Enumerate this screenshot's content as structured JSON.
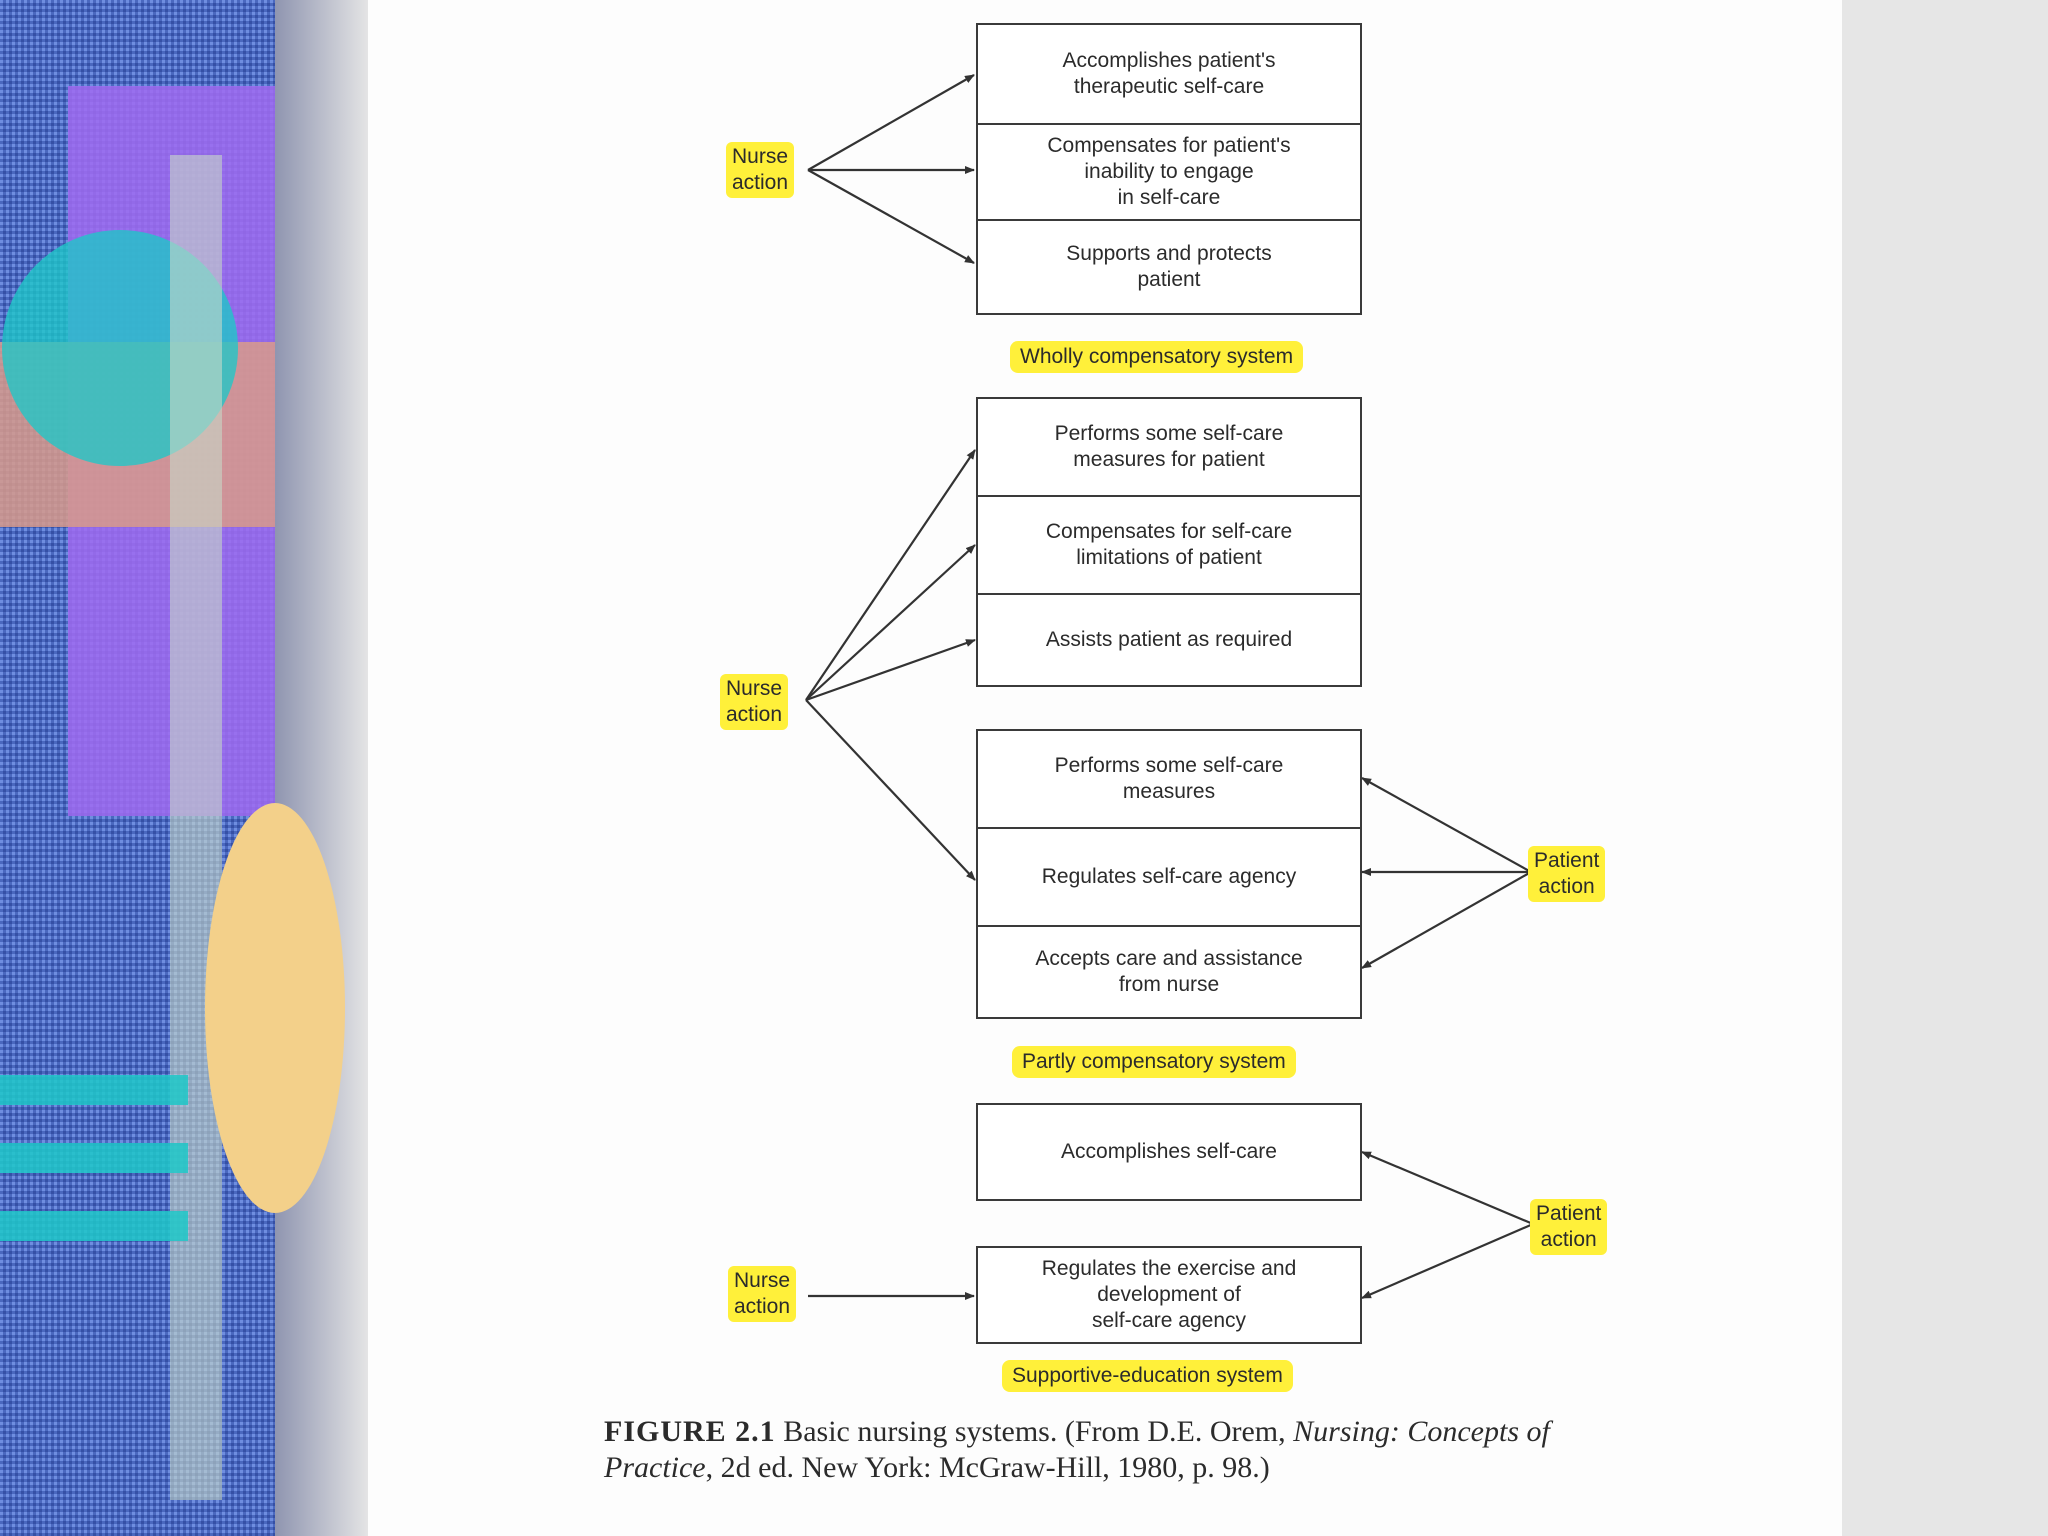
{
  "deco_colors": {
    "fabric": "#4a68bf",
    "purple": "#a06bf0",
    "teal": "#1ec8c8",
    "pink": "#d89a8a",
    "tan": "#f3d08a",
    "shadow": "#9aa0b8"
  },
  "highlight_color": "#fff03a",
  "diagram": {
    "wholly": {
      "nurse": "Nurse\naction",
      "boxes": [
        "Accomplishes patient's\ntherapeutic self-care",
        "Compensates for patient's\ninability to engage\nin self-care",
        "Supports and protects\npatient"
      ],
      "label": "Wholly compensatory system"
    },
    "partly": {
      "nurse": "Nurse\naction",
      "nurse_boxes": [
        "Performs some self-care\nmeasures for patient",
        "Compensates for self-care\nlimitations of patient",
        "Assists patient as required"
      ],
      "patient_boxes": [
        "Performs some self-care\nmeasures",
        "Regulates self-care agency",
        "Accepts care and assistance\nfrom nurse"
      ],
      "patient": "Patient\naction",
      "label": "Partly compensatory system"
    },
    "supportive": {
      "boxes": [
        "Accomplishes self-care",
        "Regulates the exercise and\ndevelopment of\nself-care agency"
      ],
      "nurse": "Nurse\naction",
      "patient": "Patient\naction",
      "label": "Supportive-education system"
    }
  },
  "caption": {
    "figure": "FIGURE 2.1",
    "text": " Basic nursing systems. (From D.E. Orem, ",
    "title_line1": "Nursing: Concepts of",
    "title_line2": "Practice",
    "rest": ", 2d ed. New York: McGraw-Hill, 1980, p. 98.)"
  }
}
